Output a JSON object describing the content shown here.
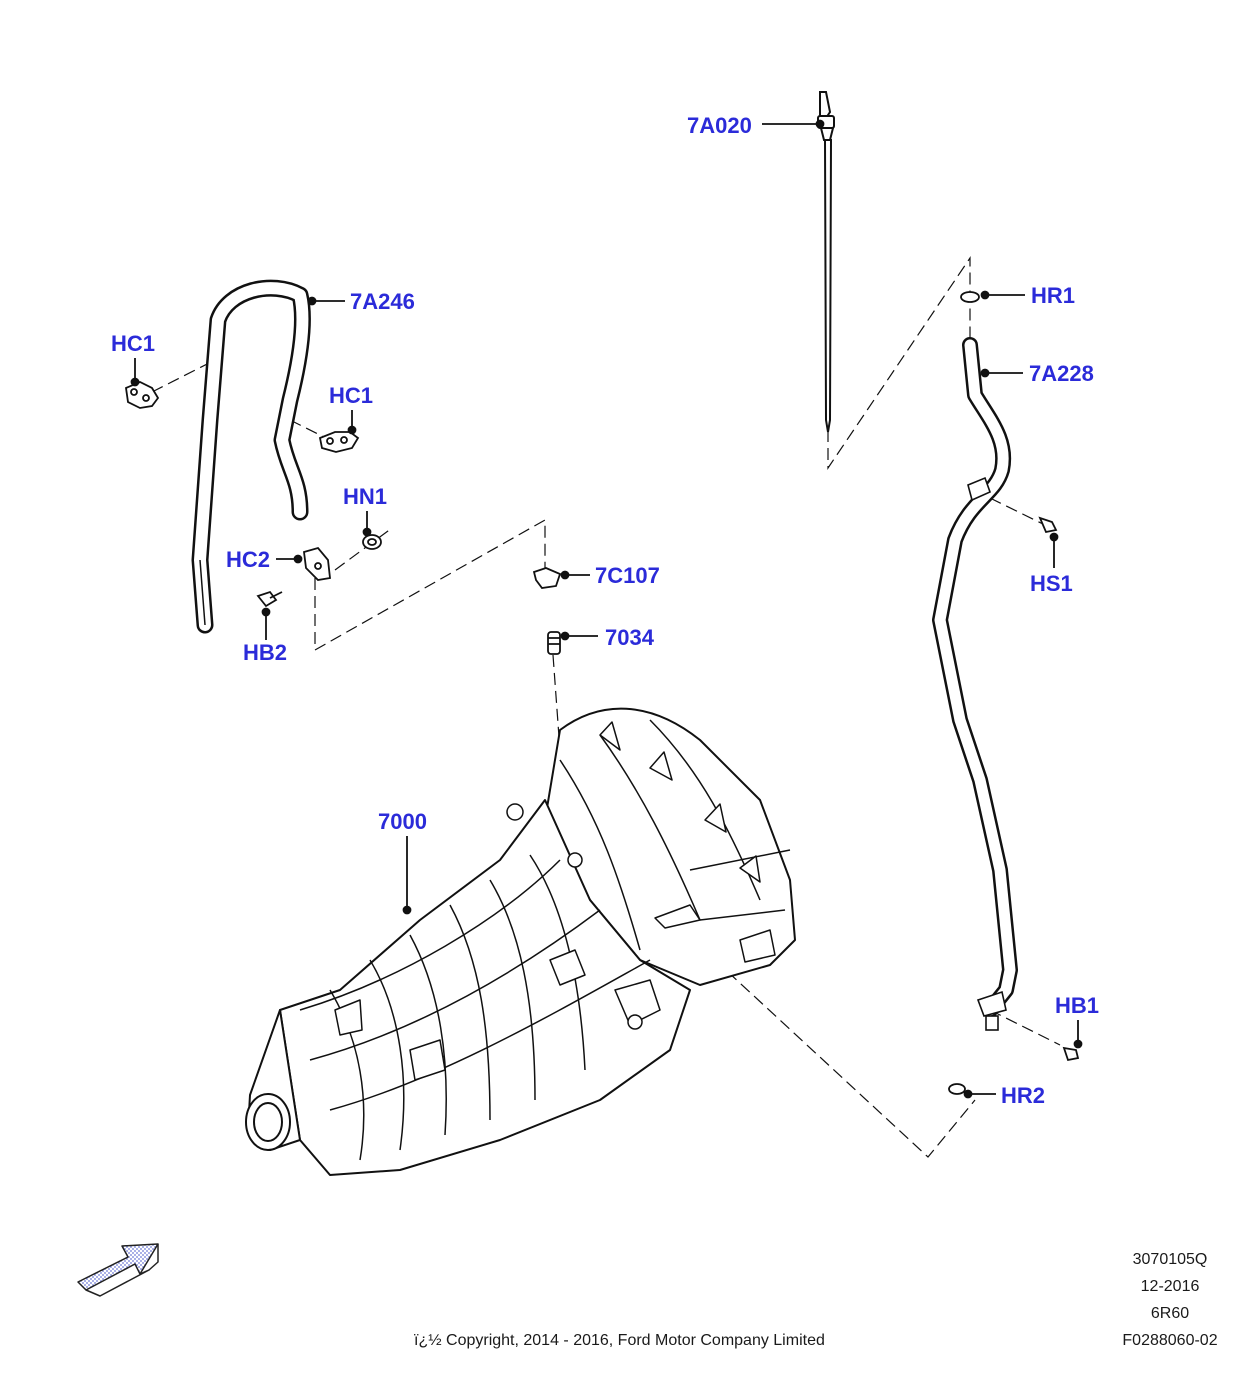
{
  "colors": {
    "callout": "#2b2bd9",
    "line": "#111111",
    "arrow_fill": "#b9c2ef"
  },
  "callouts": {
    "c7a020": "7A020",
    "c7a246": "7A246",
    "hc1_left": "HC1",
    "hc1_right": "HC1",
    "hn1": "HN1",
    "hc2": "HC2",
    "hb2": "HB2",
    "c7c107": "7C107",
    "c7034": "7034",
    "c7000": "7000",
    "hr1": "HR1",
    "c7a228": "7A228",
    "hs1": "HS1",
    "hb1": "HB1",
    "hr2": "HR2"
  },
  "meta": {
    "ref_code": "3070105Q",
    "date": "12-2016",
    "model": "6R60",
    "figure_id": "F0288060-02",
    "copyright": "ï¿½ Copyright, 2014 - 2016, Ford Motor Company Limited"
  },
  "icons": {
    "orientation": "direction-arrow-icon"
  }
}
